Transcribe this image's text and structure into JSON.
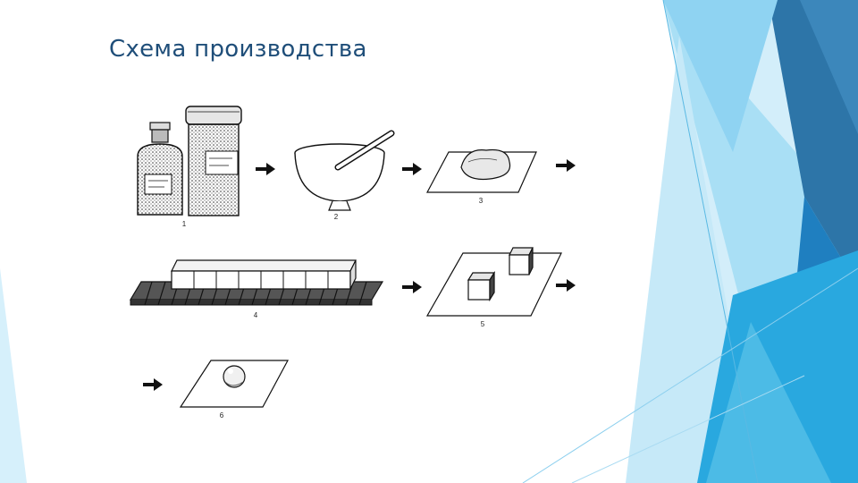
{
  "slide": {
    "title": "Схема производства"
  },
  "diagram": {
    "steps": [
      {
        "label": "1",
        "icon": "bottle-and-jar-icon"
      },
      {
        "label": "2",
        "icon": "mortar-and-pestle-icon"
      },
      {
        "label": "3",
        "icon": "mass-on-sheet-icon"
      },
      {
        "label": "4",
        "icon": "cut-strip-on-board-icon"
      },
      {
        "label": "5",
        "icon": "cubes-on-sheet-icon"
      },
      {
        "label": "6",
        "icon": "ball-on-sheet-icon"
      }
    ]
  },
  "colors": {
    "title": "#1f4e79",
    "accent_light": "#8fd3f2",
    "accent_mid": "#29a8df",
    "accent_dark": "#1f5f8b"
  }
}
